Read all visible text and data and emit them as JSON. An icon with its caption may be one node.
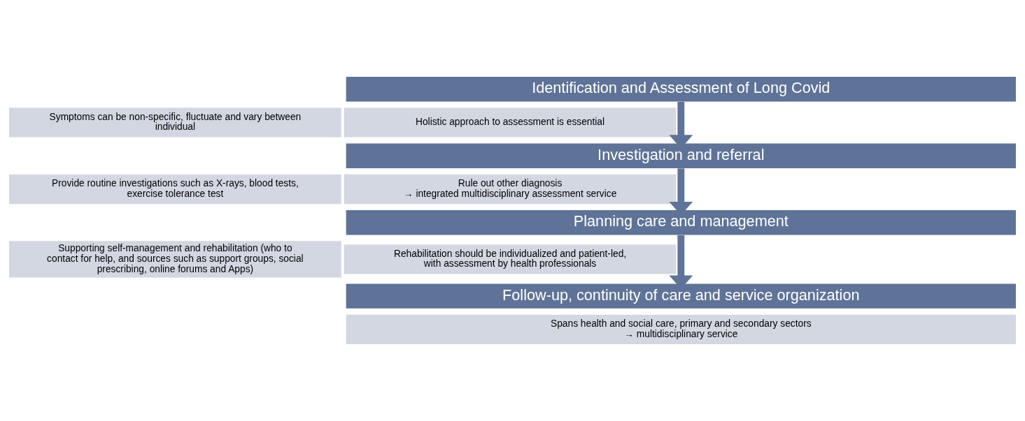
{
  "diagram": {
    "nodes": [
      {
        "text": [
          "Identification and Assessment of Long Covid"
        ]
      },
      {
        "text": [
          "Symptoms can be non-specific, fluctuate and vary between individual"
        ]
      },
      {
        "text": [
          "Holistic approach to assessment is essential"
        ]
      },
      {
        "text": [
          "Investigation and referral"
        ]
      },
      {
        "text": [
          "Provide routine investigations such as X-rays, blood tests, exercise tolerance test"
        ]
      },
      {
        "text": [
          "Rule out other diagnosis",
          "→ integrated multidisciplinary assessment service"
        ]
      },
      {
        "text": [
          "Planning care and management"
        ]
      },
      {
        "text": [
          "Supporting self-management and rehabilitation (who to contact for help, and sources such as support groups, social prescribing, online forums and Apps)"
        ]
      },
      {
        "text": [
          "Rehabilitation should be individualized and patient-led, with assessment by health professionals"
        ]
      },
      {
        "text": [
          "Follow-up, continuity of care and service organization"
        ]
      },
      {
        "text": [
          "Spans health and social care, primary and secondary sectors → multidisciplinary service"
        ]
      }
    ],
    "edges": [
      {
        "from": 0,
        "to": 3,
        "arrow": "to"
      },
      {
        "from": 3,
        "to": 6,
        "arrow": "to"
      },
      {
        "from": 6,
        "to": 9,
        "arrow": "to"
      }
    ]
  }
}
